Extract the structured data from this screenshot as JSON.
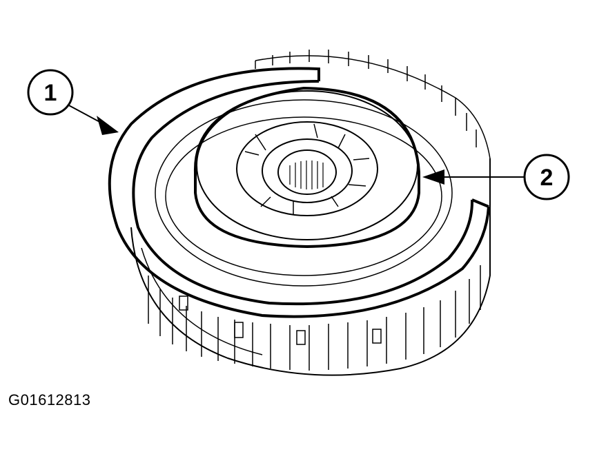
{
  "callouts": [
    {
      "number": "1",
      "target": "snap-ring"
    },
    {
      "number": "2",
      "target": "clutch-piston"
    }
  ],
  "figure_id": "G01612813",
  "colors": {
    "line": "#000000",
    "background": "#ffffff"
  }
}
